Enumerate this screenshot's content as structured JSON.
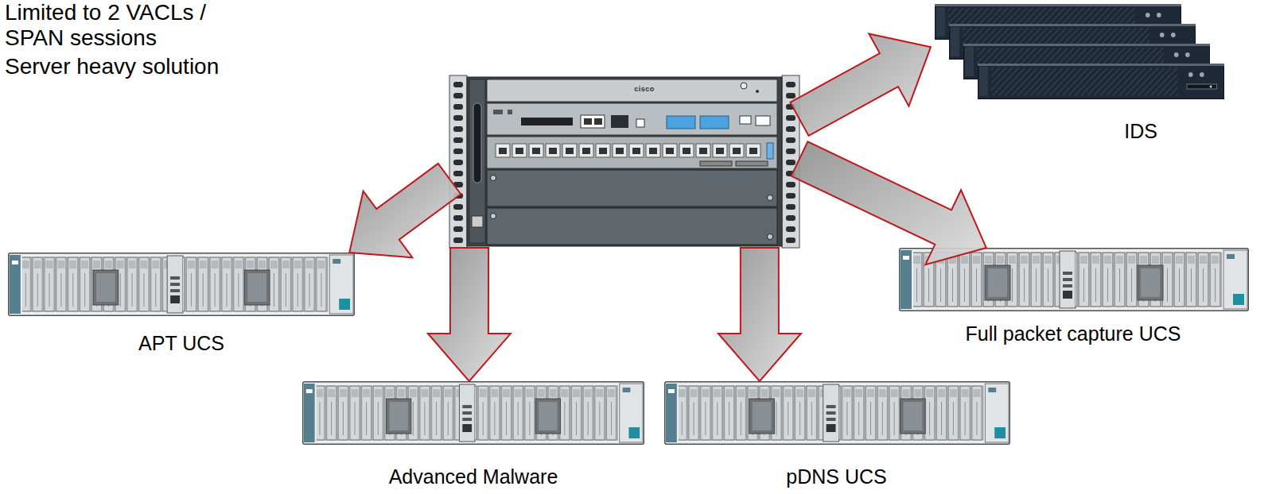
{
  "diagram": {
    "nodes": [
      {
        "text": [
          "cisco"
        ]
      },
      {
        "text": [
          "IDS"
        ]
      },
      {
        "text": [
          "APT UCS"
        ]
      },
      {
        "text": [
          "Full packet capture UCS"
        ]
      },
      {
        "text": [
          "Advanced Malware"
        ]
      },
      {
        "text": [
          "pDNS UCS"
        ]
      }
    ],
    "edges": [
      {
        "from": 0,
        "to": 1,
        "arrow": "to"
      },
      {
        "from": 0,
        "to": 2,
        "arrow": "to"
      },
      {
        "from": 0,
        "to": 4,
        "arrow": "to"
      },
      {
        "from": 0,
        "to": 5,
        "arrow": "to"
      },
      {
        "from": 0,
        "to": 3,
        "arrow": "to"
      }
    ],
    "labels": [
      "Limited to 2 VACLs / SPAN sessions",
      "Server heavy solution"
    ]
  }
}
